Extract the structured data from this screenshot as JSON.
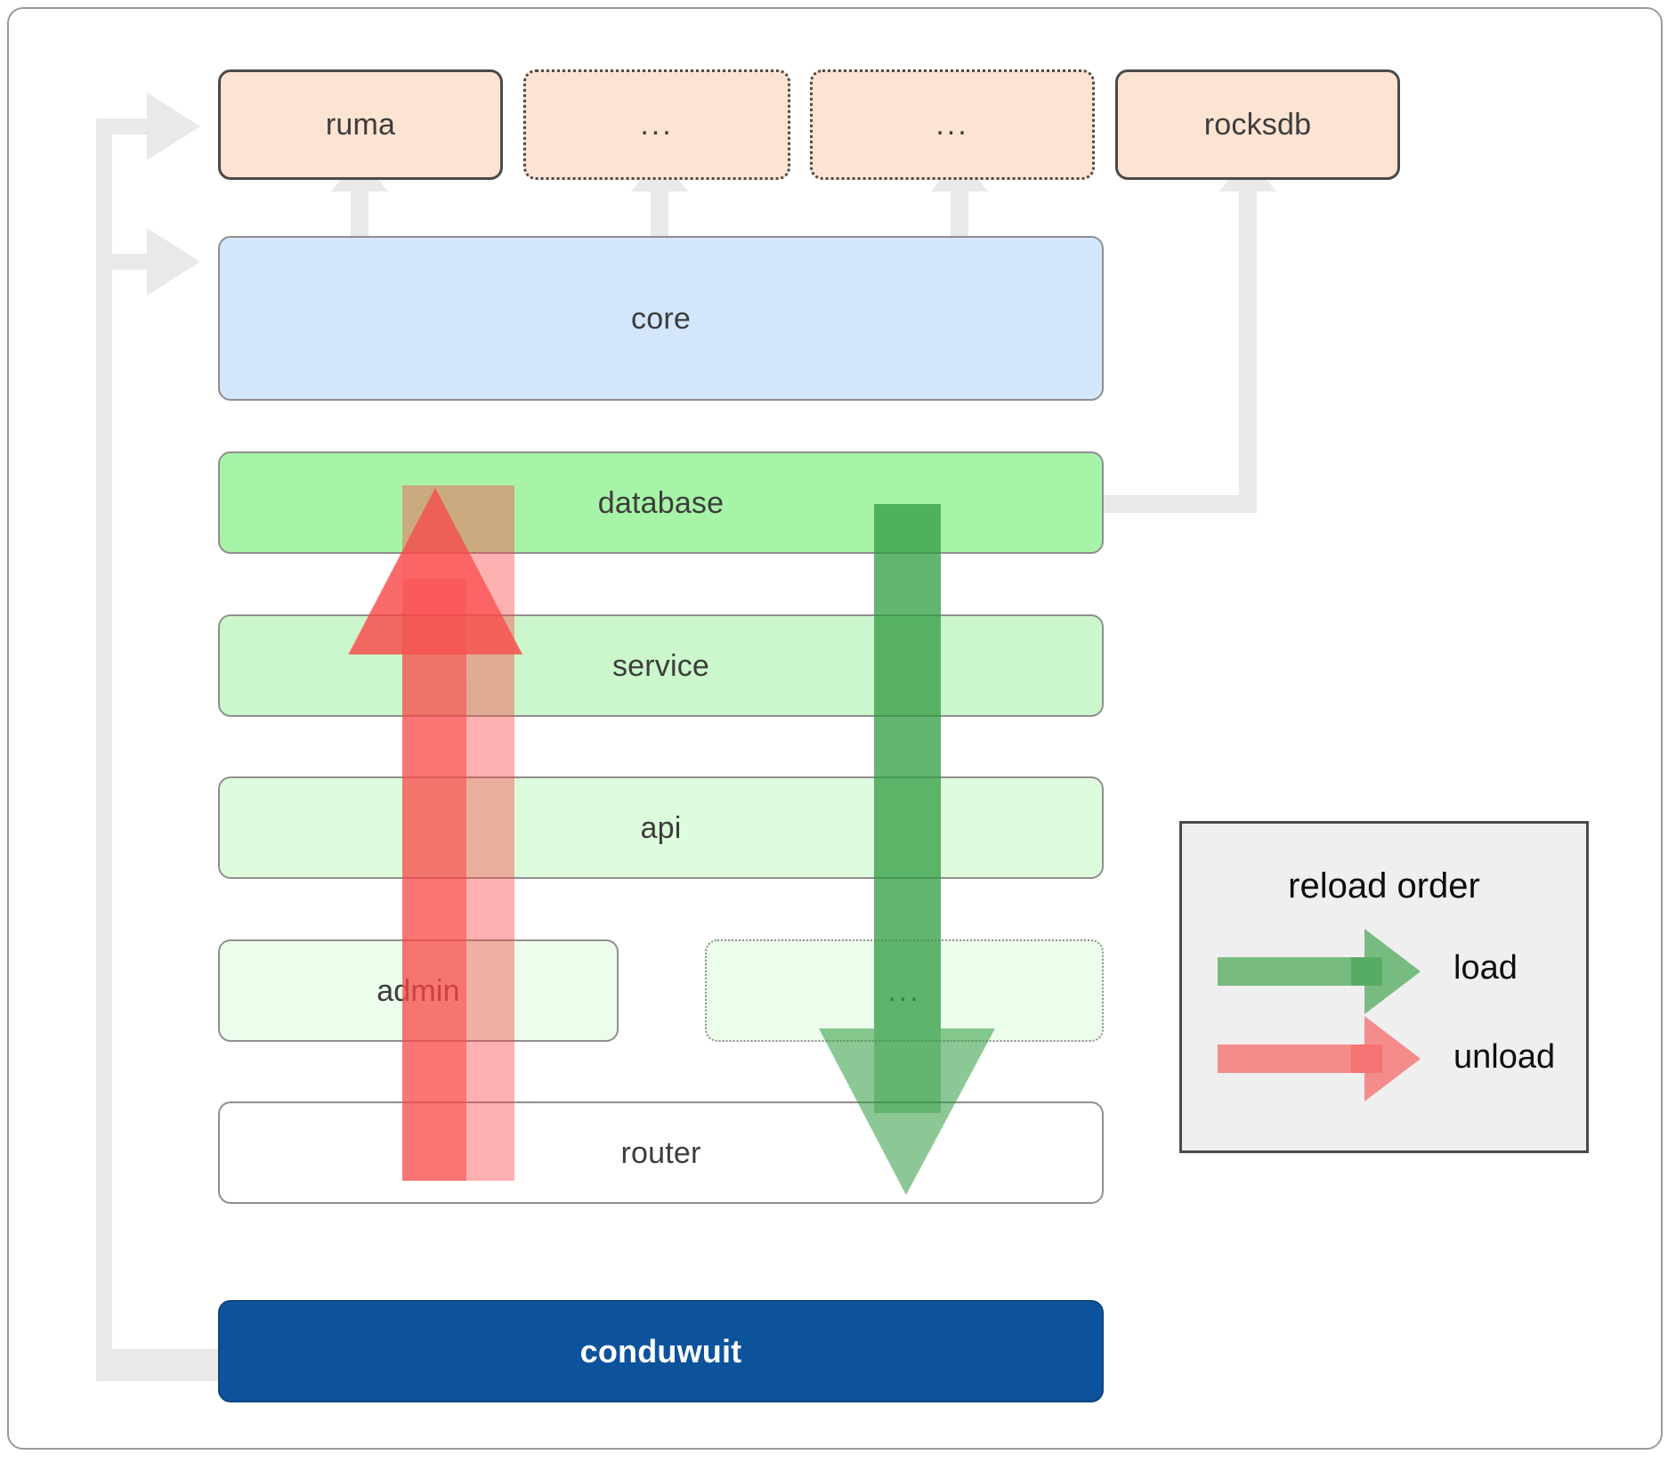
{
  "diagram": {
    "title": "conduwuit crate dependency / reload order diagram",
    "dependencies": [
      {
        "label": "ruma",
        "style": "solid",
        "name": "dep-box-ruma"
      },
      {
        "label": "...",
        "style": "dotted",
        "name": "dep-box-ellipsis-1"
      },
      {
        "label": "...",
        "style": "dotted",
        "name": "dep-box-ellipsis-2"
      },
      {
        "label": "rocksdb",
        "style": "solid",
        "name": "dep-box-rocksdb"
      }
    ],
    "core": {
      "label": "core"
    },
    "layers": [
      {
        "label": "database",
        "style": "solid",
        "name": "layer-box-database"
      },
      {
        "label": "service",
        "style": "solid",
        "name": "layer-box-service"
      },
      {
        "label": "api",
        "style": "solid",
        "name": "layer-box-api"
      },
      {
        "label": "admin",
        "style": "solid",
        "name": "layer-box-admin"
      },
      {
        "label": "...",
        "style": "dotted",
        "name": "layer-box-ellipsis"
      },
      {
        "label": "router",
        "style": "solid",
        "name": "layer-box-router"
      }
    ],
    "root": {
      "label": "conduwuit"
    },
    "legend": {
      "title": "reload order",
      "entries": [
        {
          "label": "load",
          "color": "#5aad5a",
          "direction": "down"
        },
        {
          "label": "unload",
          "color": "#fa8080",
          "direction": "up"
        }
      ]
    },
    "colors": {
      "dependency_fill": "#fde3d1",
      "dependency_border": "#4a4a4a",
      "core_fill": "#d4e6fb",
      "database_fill": "#a7f3a7",
      "service_fill": "#ccf7cc",
      "api_fill": "#ddfbdd",
      "admin_fill": "#ecfdec",
      "ellipsis_layer_fill": "#ecfdec",
      "router_fill": "#ffffff",
      "root_fill": "#0d539c",
      "root_text": "#ffffff",
      "connector": "#e8e8e8",
      "load_arrow": "#5aad5a",
      "unload_arrow": "#fa8080",
      "legend_bg": "#efefef",
      "frame_border": "#9b9b9b"
    }
  }
}
